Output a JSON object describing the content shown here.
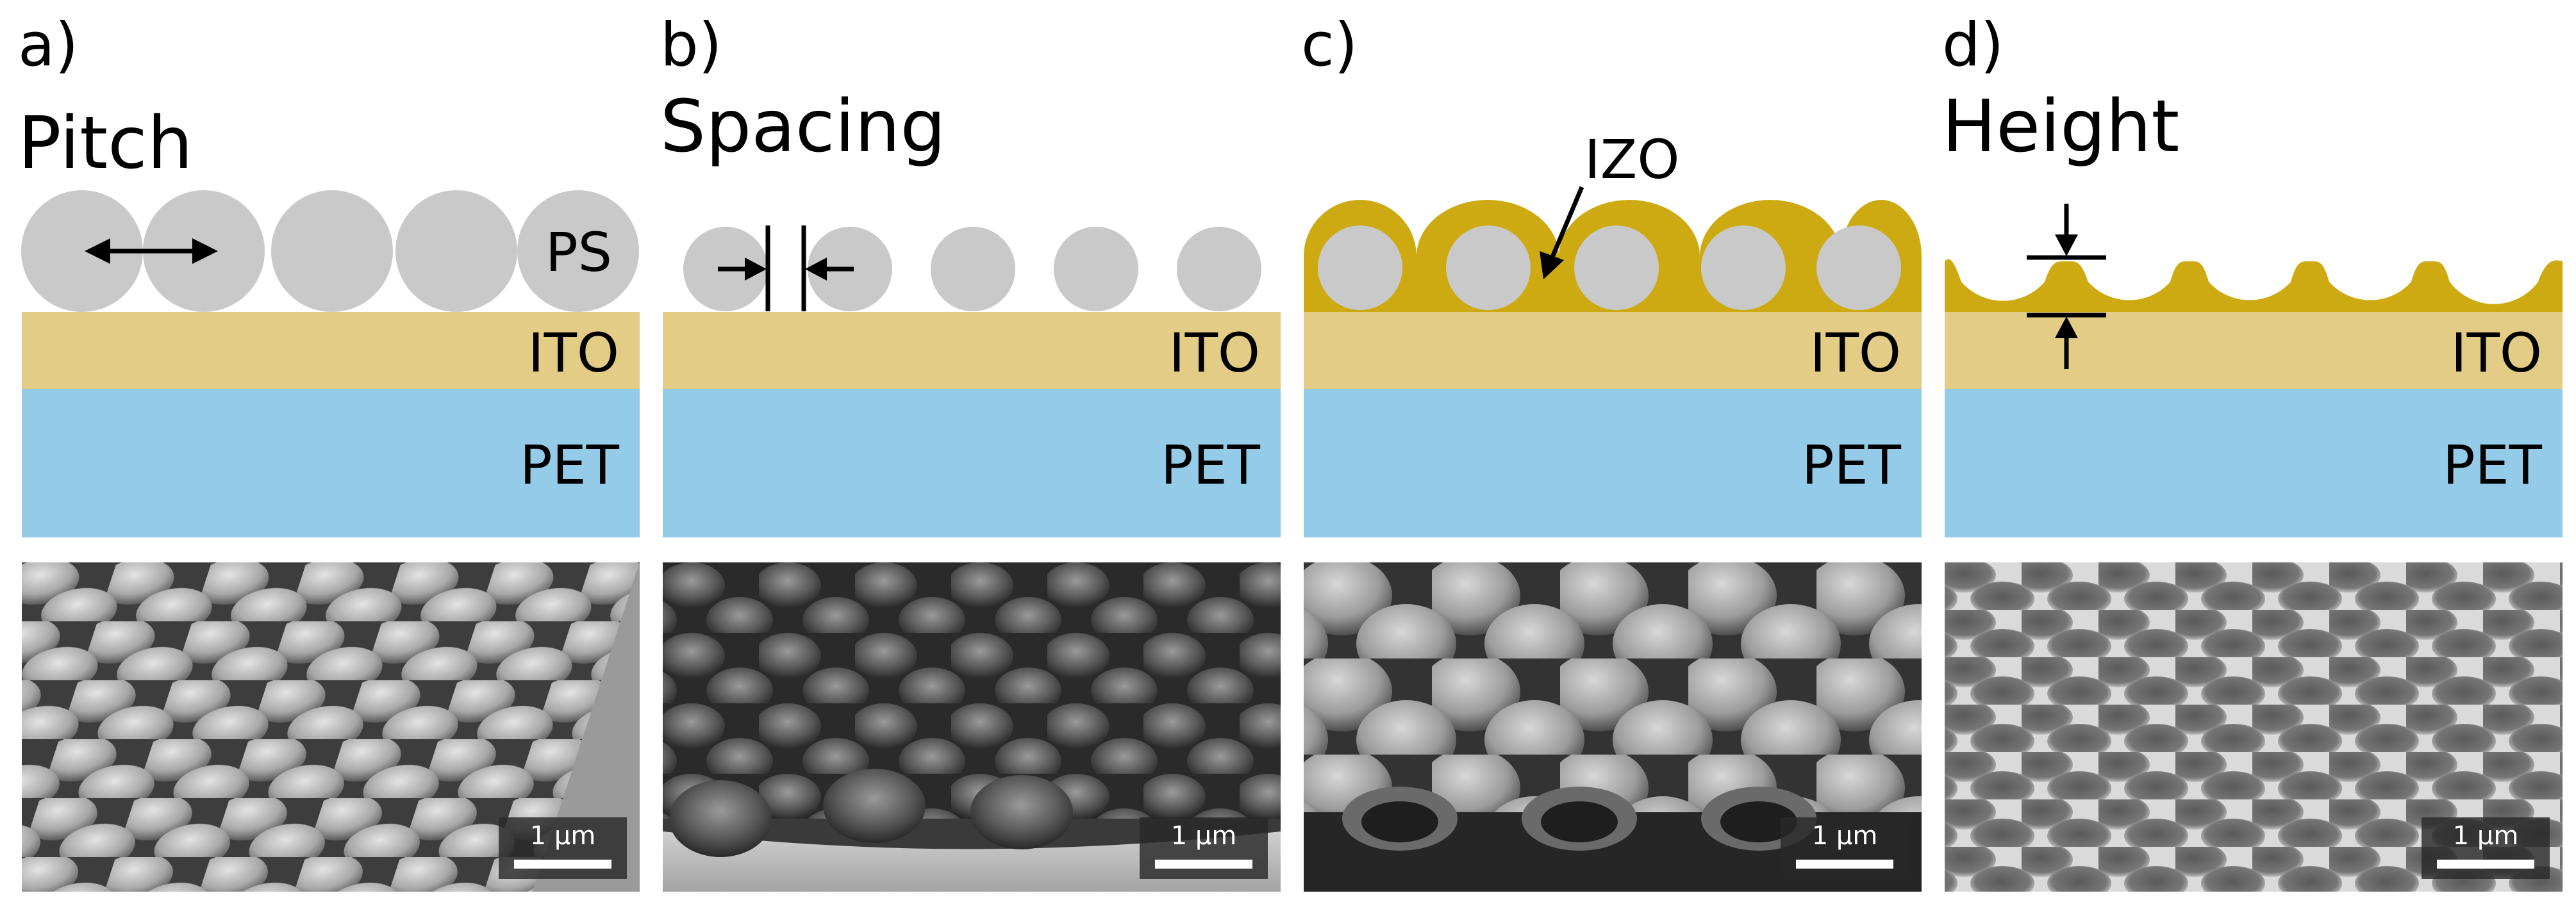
{
  "colors": {
    "ps": "#c9c9c9",
    "ito": "#e3cd86",
    "pet": "#93cbe8",
    "izo": "#ceaa12",
    "arrow": "#000000"
  },
  "panels": [
    {
      "letter": "a)",
      "title": "Pitch",
      "labels": {
        "ps": "PS",
        "ito": "ITO",
        "pet": "PET"
      },
      "scalebar": "1 μm"
    },
    {
      "letter": "b)",
      "title": "Spacing",
      "labels": {
        "ito": "ITO",
        "pet": "PET"
      },
      "scalebar": "1 μm"
    },
    {
      "letter": "c)",
      "title": "",
      "labels": {
        "izo": "IZO",
        "ito": "ITO",
        "pet": "PET"
      },
      "scalebar": "1 μm"
    },
    {
      "letter": "d)",
      "title": "Height",
      "labels": {
        "ito": "ITO",
        "pet": "PET"
      },
      "scalebar": "1 μm"
    }
  ],
  "micrograph_icons": [
    "sem-micrograph-icon",
    "sem-micrograph-icon",
    "sem-micrograph-icon",
    "sem-micrograph-icon"
  ]
}
